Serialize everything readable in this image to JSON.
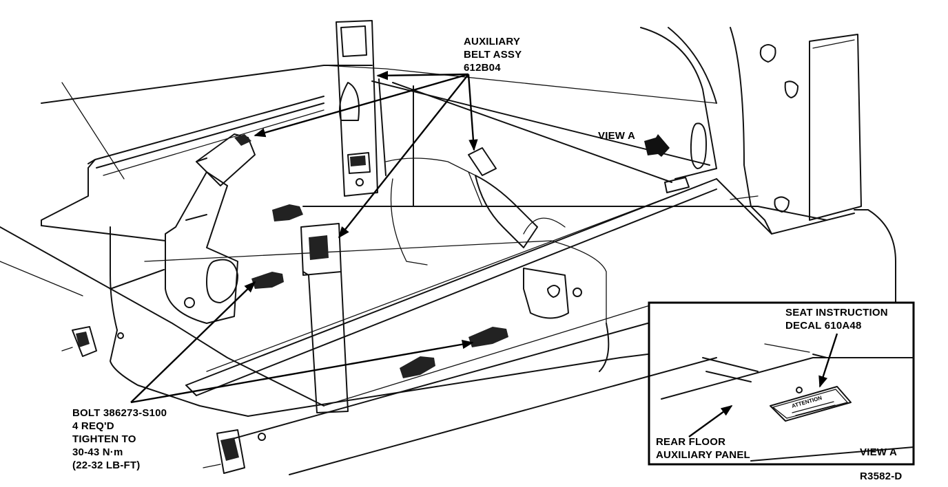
{
  "callouts": {
    "aux_belt": [
      "AUXILIARY",
      "BELT ASSY",
      "612B04"
    ],
    "view_a_arrow": "VIEW A",
    "bolt": [
      "BOLT 386273-S100",
      "4 REQ'D",
      "TIGHTEN TO",
      "30-43 N·m",
      "(22-32 LB-FT)"
    ],
    "seat_decal": [
      "SEAT INSTRUCTION",
      "DECAL 610A48"
    ],
    "rear_floor": [
      "REAR FLOOR",
      "AUXILIARY PANEL"
    ],
    "view_a_inset": "VIEW A",
    "decal_text": "ATTENTION",
    "figure_id": "R3582-D"
  }
}
